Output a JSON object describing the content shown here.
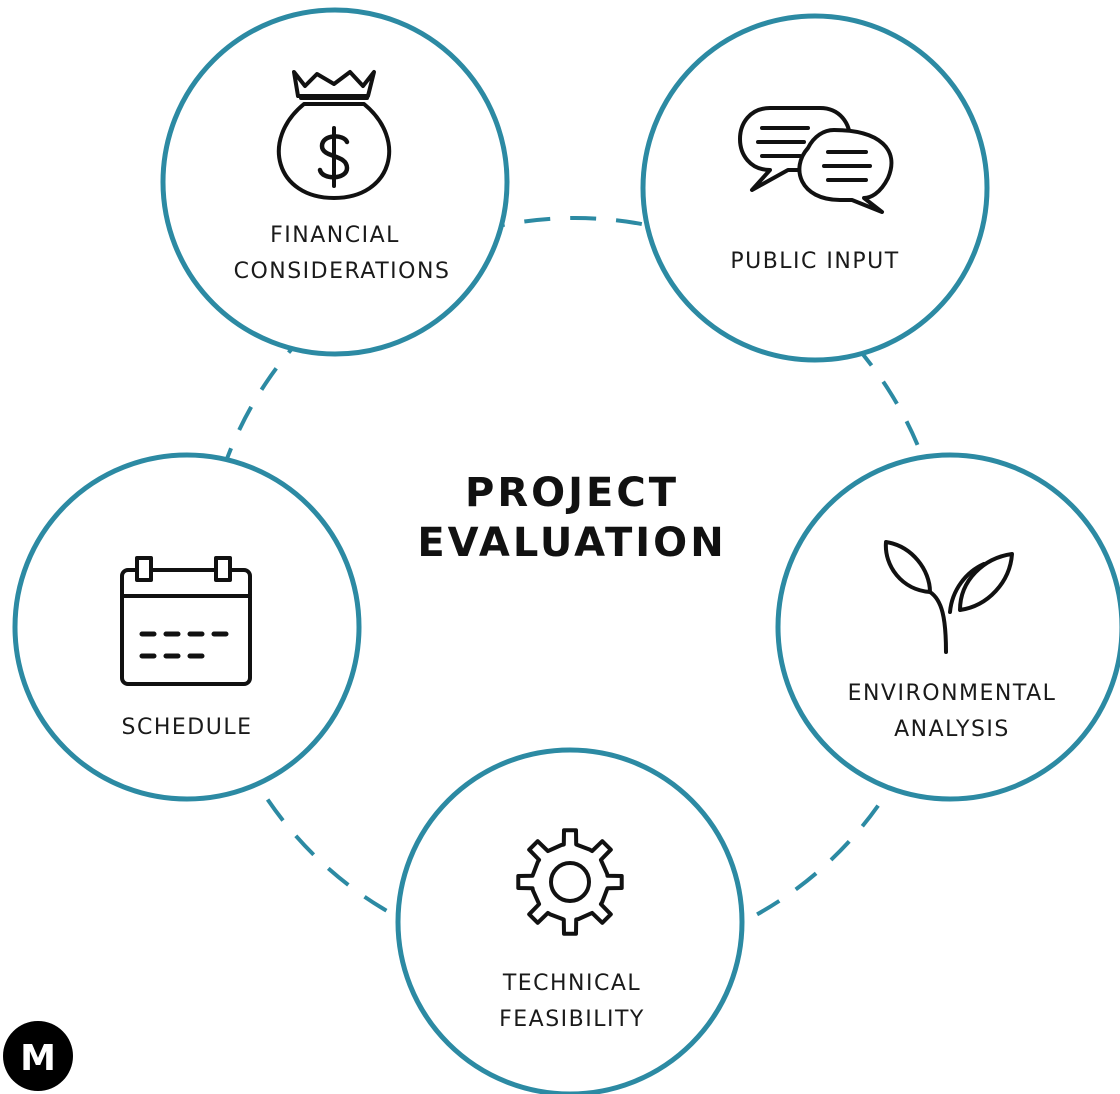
{
  "colors": {
    "ring": "#2c8aa3",
    "dash": "#2c8aa3",
    "text": "#1a1a1a",
    "logo": "#000000"
  },
  "title": {
    "line1": "PROJECT",
    "line2": "EVALUATION"
  },
  "nodes": [
    {
      "id": "financial",
      "icon": "money-bag-icon",
      "label_lines": [
        "FINANCIAL",
        "CONSIDERATIONS"
      ]
    },
    {
      "id": "public",
      "icon": "speech-bubbles-icon",
      "label_lines": [
        "PUBLIC INPUT"
      ]
    },
    {
      "id": "environmental",
      "icon": "sprout-icon",
      "label_lines": [
        "ENVIRONMENTAL",
        "ANALYSIS"
      ]
    },
    {
      "id": "technical",
      "icon": "gear-icon",
      "label_lines": [
        "TECHNICAL",
        "FEASIBILITY"
      ]
    },
    {
      "id": "schedule",
      "icon": "calendar-icon",
      "label_lines": [
        "SCHEDULE"
      ]
    }
  ],
  "logo": {
    "letter": "M",
    "icon": "metro-logo-icon"
  }
}
